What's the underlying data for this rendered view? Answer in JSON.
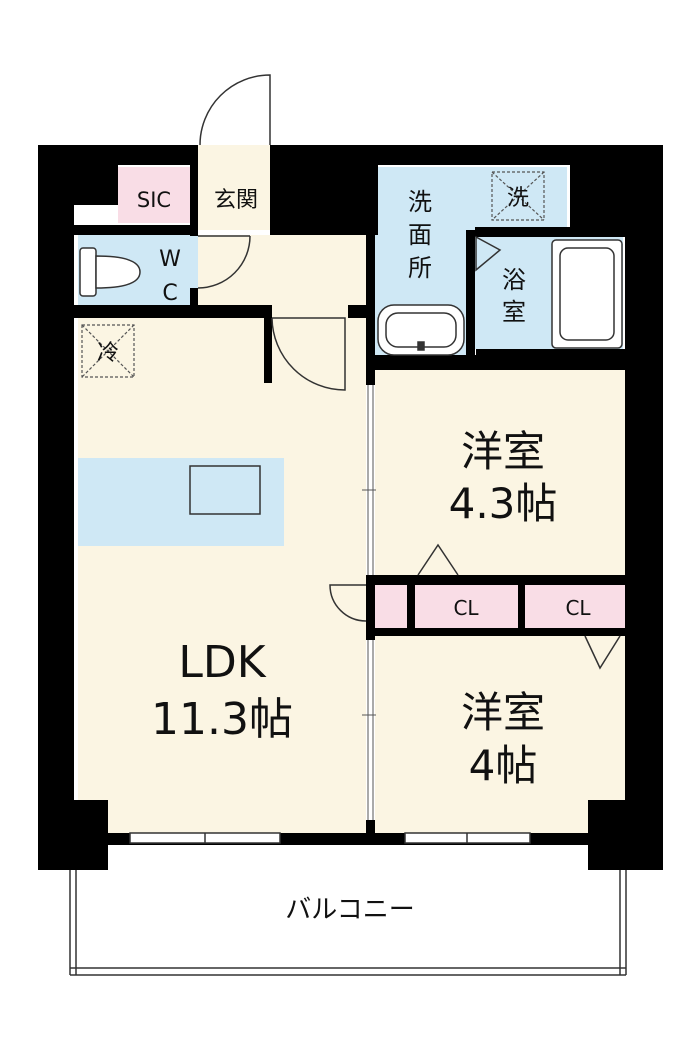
{
  "colors": {
    "wall": "#000000",
    "living_floor": "#fbf5e3",
    "wet_area": "#cfe8f5",
    "storage": "#f9dde6",
    "balcony": "#ffffff"
  },
  "rooms": {
    "sic": "SIC",
    "entrance": "玄関",
    "wc_line1": "W",
    "wc_line2": "C",
    "washroom_1": "洗",
    "washroom_2": "面",
    "washroom_3": "所",
    "washer": "洗",
    "bath_1": "浴",
    "bath_2": "室",
    "fridge": "冷",
    "western_a_name": "洋室",
    "western_a_size": "4.3帖",
    "closet_a": "CL",
    "closet_b": "CL",
    "western_b_name": "洋室",
    "western_b_size": "4帖",
    "ldk_name": "LDK",
    "ldk_size": "11.3帖",
    "balcony": "バルコニー"
  },
  "icons": [
    "door-swing-icon",
    "toilet-icon",
    "sink-icon",
    "bathtub-icon",
    "washer-icon",
    "fridge-icon",
    "window-icon"
  ]
}
